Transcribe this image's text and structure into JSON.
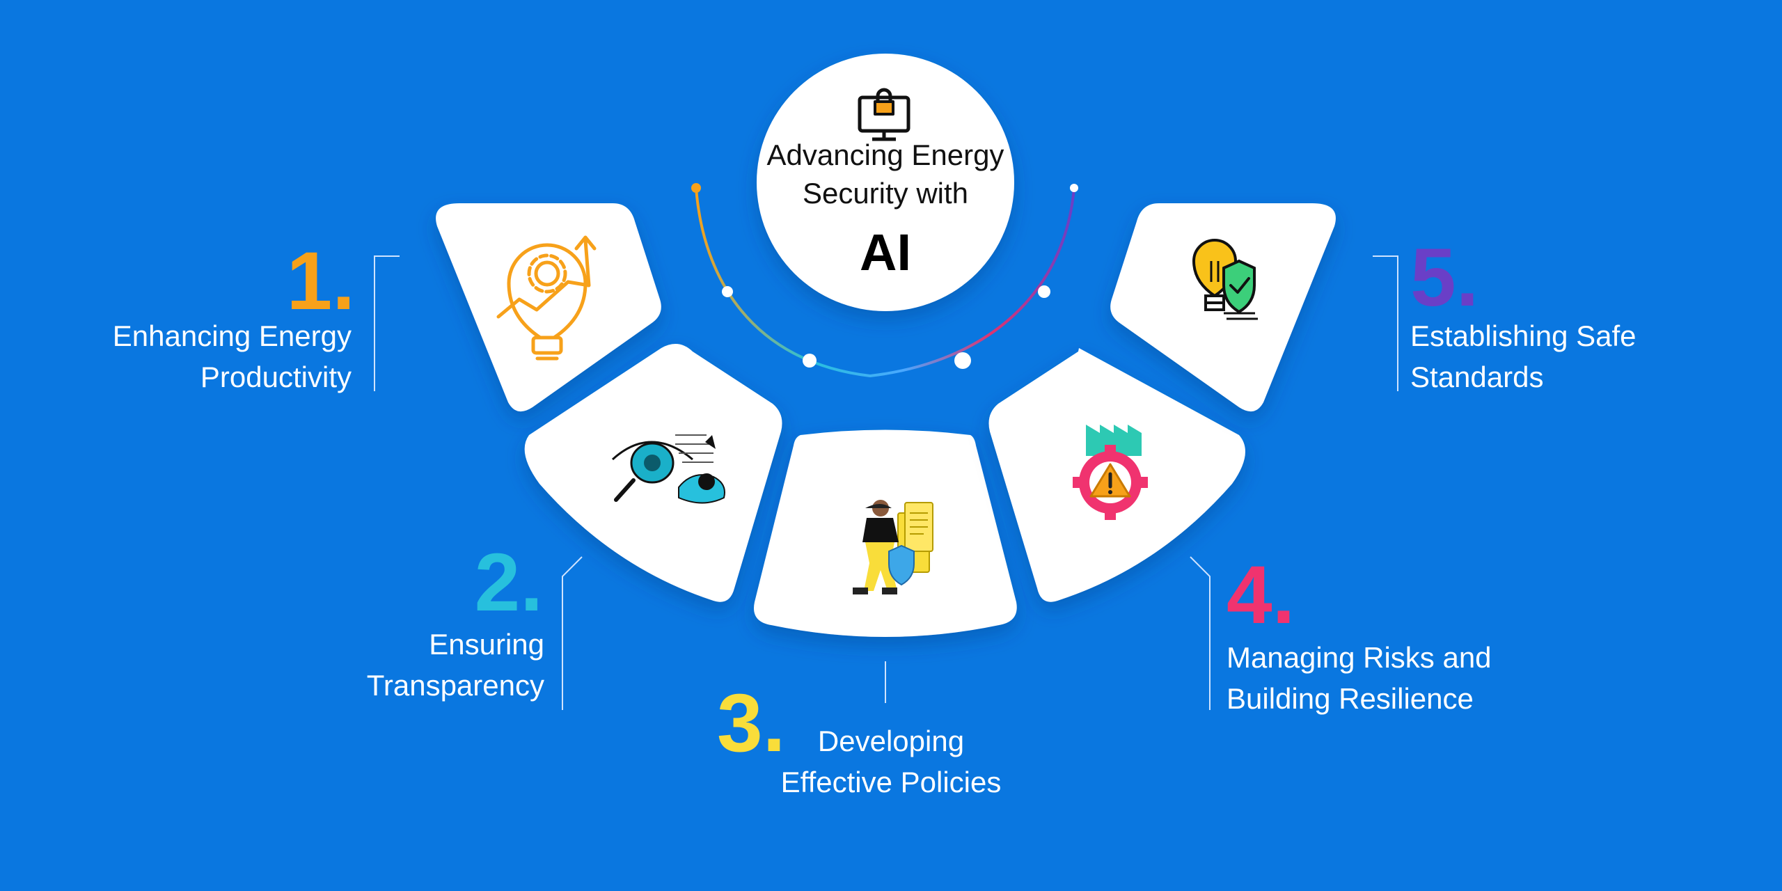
{
  "center": {
    "title": "Advancing Energy\nSecurity with",
    "highlight": "AI",
    "icon": "monitor-lock-icon"
  },
  "steps": [
    {
      "number": "1.",
      "label": "Enhancing Energy\nProductivity",
      "color": "#f7a11a",
      "icon": "lightbulb-gear-growth-icon"
    },
    {
      "number": "2.",
      "label": "Ensuring\nTransparency",
      "color": "#27c0dd",
      "icon": "eye-magnifier-icon"
    },
    {
      "number": "3.",
      "label": "Developing\nEffective Policies",
      "color": "#f9dd3a",
      "icon": "policy-person-icon"
    },
    {
      "number": "4.",
      "label": "Managing Risks and\nBuilding Resilience",
      "color": "#f0336f",
      "icon": "factory-gear-warning-icon"
    },
    {
      "number": "5.",
      "label": "Establishing Safe\nStandards",
      "color": "#6a3fc7",
      "icon": "lightbulb-shield-check-icon"
    }
  ],
  "colors": {
    "background": "#0a77e0",
    "card": "#ffffff",
    "arc_orange": "#f7a11a",
    "arc_cyan": "#27c0dd",
    "arc_blue": "#4aa8ff",
    "arc_pink": "#e0336f",
    "arc_purple": "#6a3fc7"
  }
}
